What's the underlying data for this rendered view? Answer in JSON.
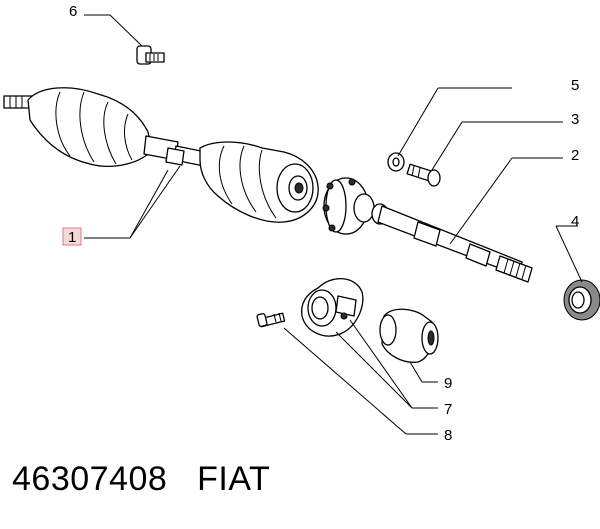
{
  "callouts": {
    "c1": "1",
    "c2": "2",
    "c3": "3",
    "c4": "4",
    "c5": "5",
    "c6": "6",
    "c7": "7",
    "c8": "8",
    "c9": "9"
  },
  "caption": {
    "part_number": "46307408",
    "brand": "FIAT"
  },
  "highlight_color": "#f6d8d8"
}
